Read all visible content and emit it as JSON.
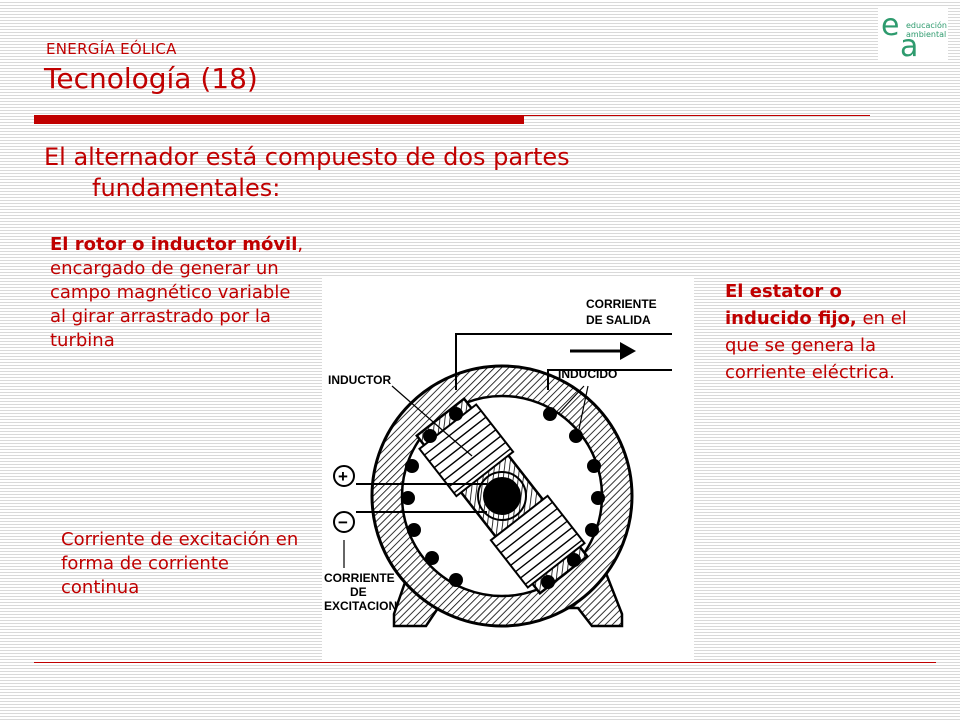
{
  "header": {
    "kicker": "ENERGÍA EÓLICA",
    "title": "Tecnología (18)"
  },
  "logo": {
    "letter_e": "e",
    "letter_a": "a",
    "line1": "educación",
    "line2": "ambiental"
  },
  "heading": {
    "line1": "El alternador está compuesto de dos partes",
    "line2": "fundamentales:"
  },
  "rotor": {
    "bold": "El rotor o inductor móvil",
    "text": ", encargado de generar un campo magnético variable al girar arrastrado por la turbina"
  },
  "estator": {
    "bold": "El estator o inducido fijo,",
    "text": " en el que se genera la corriente eléctrica."
  },
  "excitacion": {
    "text": "Corriente de excitación en forma de corriente continua"
  },
  "diagram": {
    "labels": {
      "corriente_salida_1": "CORRIENTE",
      "corriente_salida_2": "DE SALIDA",
      "inductor": "INDUCTOR",
      "inducido": "INDUCIDO",
      "plus": "+",
      "minus": "−",
      "corriente_exc_1": "CORRIENTE",
      "corriente_exc_2": "DE",
      "corriente_exc_3": "EXCITACION"
    }
  },
  "colors": {
    "accent": "#c00000",
    "logo_green": "#2e9b6e"
  }
}
